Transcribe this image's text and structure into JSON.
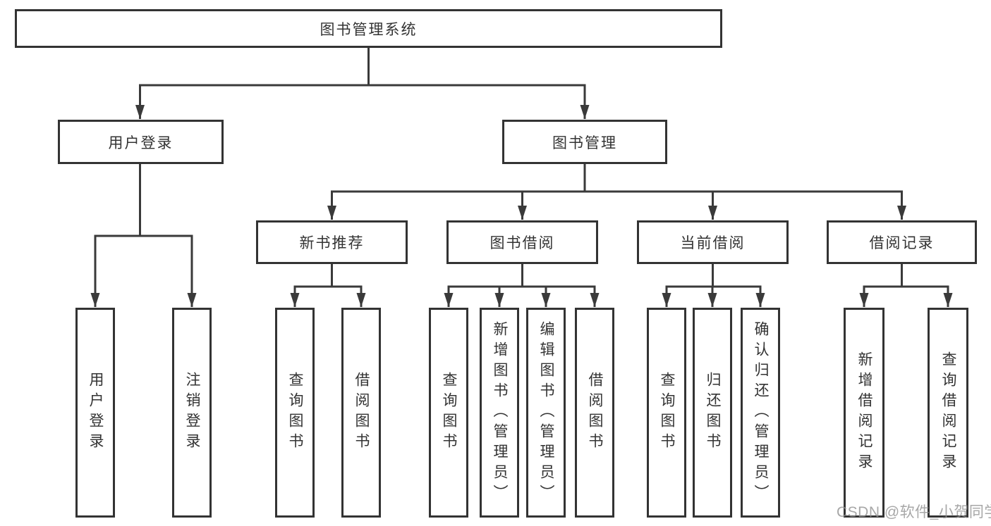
{
  "diagram_type": "hierarchy-tree",
  "nodes": {
    "root": "图书管理系统",
    "user_login": "用户登录",
    "book_management": "图书管理",
    "new_book_recommend": "新书推荐",
    "book_borrow": "图书借阅",
    "current_borrow": "当前借阅",
    "borrow_record": "借阅记录",
    "leaf_user_login": "用户登录",
    "leaf_logout_login": "注销登录",
    "leaf_query_book_rec": "查询图书",
    "leaf_borrow_book_rec": "借阅图书",
    "leaf_query_book_bor": "查询图书",
    "leaf_add_book_admin": "新增图书（管理员）",
    "leaf_edit_book_admin": "编辑图书（管理员）",
    "leaf_borrow_book_bor": "借阅图书",
    "leaf_query_book_cur": "查询图书",
    "leaf_return_book": "归还图书",
    "leaf_confirm_return_admin": "确认归还（管理员）",
    "leaf_add_borrow_record": "新增借阅记录",
    "leaf_query_borrow_record": "查询借阅记录"
  },
  "hierarchy": {
    "图书管理系统": [
      "用户登录",
      "图书管理"
    ],
    "用户登录": [
      "用户登录",
      "注销登录"
    ],
    "图书管理": [
      "新书推荐",
      "图书借阅",
      "当前借阅",
      "借阅记录"
    ],
    "新书推荐": [
      "查询图书",
      "借阅图书"
    ],
    "图书借阅": [
      "查询图书",
      "新增图书（管理员）",
      "编辑图书（管理员）",
      "借阅图书"
    ],
    "当前借阅": [
      "查询图书",
      "归还图书",
      "确认归还（管理员）"
    ],
    "借阅记录": [
      "新增借阅记录",
      "查询借阅记录"
    ]
  },
  "watermark": "CSDN @软件_小贺同学",
  "colors": {
    "line": "#3a3a3a",
    "box_border": "#333333",
    "text": "#333333",
    "background": "#ffffff",
    "watermark": "#919191"
  }
}
